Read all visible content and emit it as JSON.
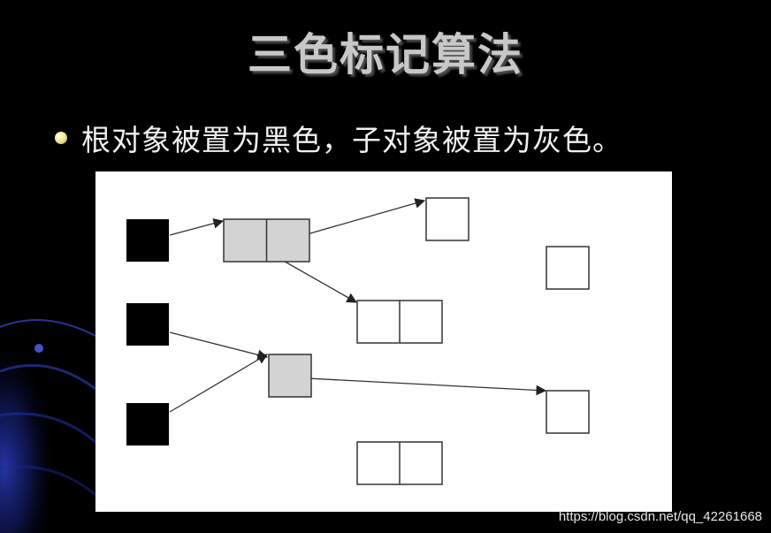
{
  "slide": {
    "title": "三色标记算法",
    "bullet": "根对象被置为黑色，子对象被置为灰色。",
    "watermark": "https://blog.csdn.net/qq_42261668"
  },
  "colors": {
    "background": "#000000",
    "title_text": "#c8c8c8",
    "bullet_text": "#f0f0f0",
    "black_object": "#000000",
    "gray_object": "#d3d3d3",
    "white_object": "#ffffff",
    "swoosh": "#1a2a8c"
  },
  "diagram": {
    "nodes": [
      {
        "id": "root-1",
        "color": "black",
        "fields": 1
      },
      {
        "id": "root-2",
        "color": "black",
        "fields": 1
      },
      {
        "id": "root-3",
        "color": "black",
        "fields": 1
      },
      {
        "id": "gray-double",
        "color": "gray",
        "fields": 2
      },
      {
        "id": "gray-single",
        "color": "gray",
        "fields": 1
      },
      {
        "id": "white-top",
        "color": "white",
        "fields": 1
      },
      {
        "id": "white-right-isolated",
        "color": "white",
        "fields": 1
      },
      {
        "id": "white-double-middle",
        "color": "white",
        "fields": 2
      },
      {
        "id": "white-right-lower",
        "color": "white",
        "fields": 1
      },
      {
        "id": "white-double-bottom",
        "color": "white",
        "fields": 2
      }
    ],
    "edges": [
      {
        "from": "root-1",
        "to": "gray-double"
      },
      {
        "from": "gray-double",
        "to": "white-top"
      },
      {
        "from": "gray-double",
        "to": "white-double-middle"
      },
      {
        "from": "root-2",
        "to": "gray-single"
      },
      {
        "from": "root-3",
        "to": "gray-single"
      },
      {
        "from": "gray-single",
        "to": "white-right-lower"
      }
    ]
  }
}
